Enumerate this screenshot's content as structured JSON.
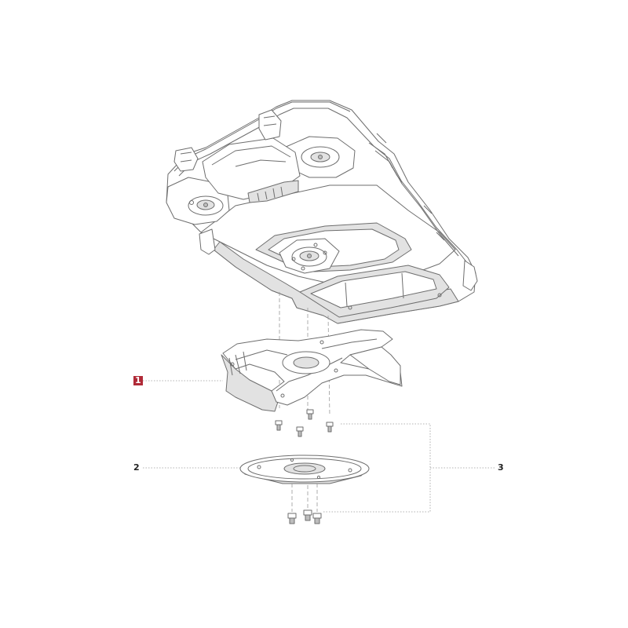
{
  "callouts": [
    {
      "id": "1",
      "label": "1",
      "highlight_color": "#b02a37"
    },
    {
      "id": "2",
      "label": "2"
    },
    {
      "id": "3",
      "label": "3"
    }
  ],
  "colors": {
    "line": "#6e6e6e",
    "leader": "#9a9a9a",
    "highlight": "#b02a37"
  }
}
